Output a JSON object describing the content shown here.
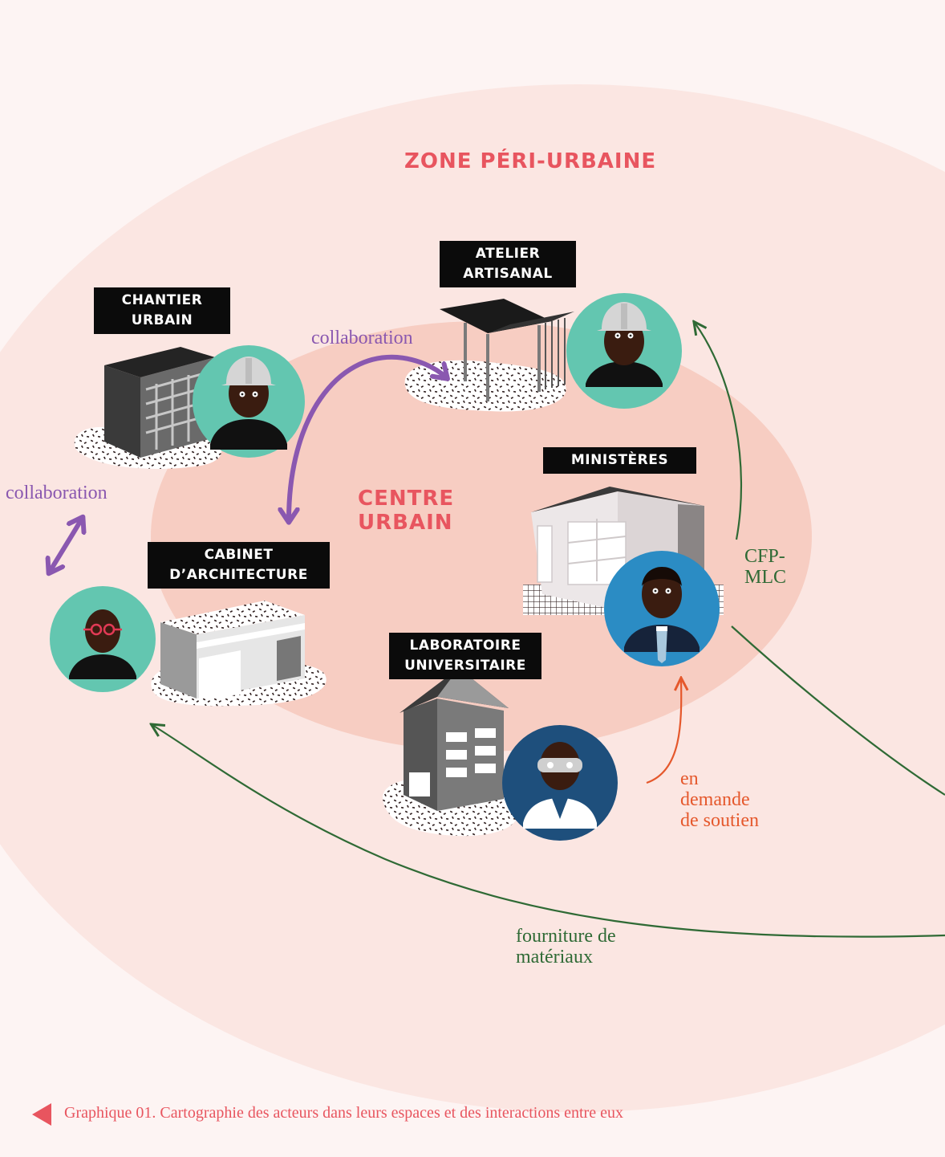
{
  "zones": {
    "peri_urbaine": "ZONE PÉRI-URBAINE",
    "centre_urbain": [
      "CENTRE",
      "URBAIN"
    ]
  },
  "actors": {
    "chantier": [
      "CHANTIER",
      "URBAIN"
    ],
    "atelier": [
      "ATELIER",
      "ARTISANAL"
    ],
    "ministeres": [
      "MINISTÈRES"
    ],
    "cabinet": [
      "CABINET",
      "D’ARCHITECTURE"
    ],
    "laboratoire": [
      "LABORATOIRE",
      "UNIVERSITAIRE"
    ]
  },
  "flows": {
    "collab_top": "collaboration",
    "collab_left": "collaboration",
    "cfp": [
      "CFP-",
      "MLC"
    ],
    "soutien": [
      "en",
      "demande",
      "de soutien"
    ],
    "fourniture": [
      "fourniture de",
      "matériaux"
    ]
  },
  "caption": "Graphique 01. Cartographie des acteurs dans leurs espaces et des interactions entre eux",
  "colors": {
    "peri_zone": "#fbe6e2",
    "centre_zone": "#f7cdc2",
    "zone_title": "#e8555f",
    "collaboration": "#8a58b0",
    "cfp_and_supply": "#2f6a35",
    "support": "#e5582c",
    "worker_circle": "#63c6b0",
    "ministry_circle": "#2b8cc4",
    "lab_circle": "#1e4f7c"
  },
  "icons": {
    "chantier": "construction-worker-icon",
    "atelier": "construction-worker-icon",
    "ministeres": "official-icon",
    "cabinet": "architect-icon",
    "laboratoire": "researcher-icon"
  }
}
